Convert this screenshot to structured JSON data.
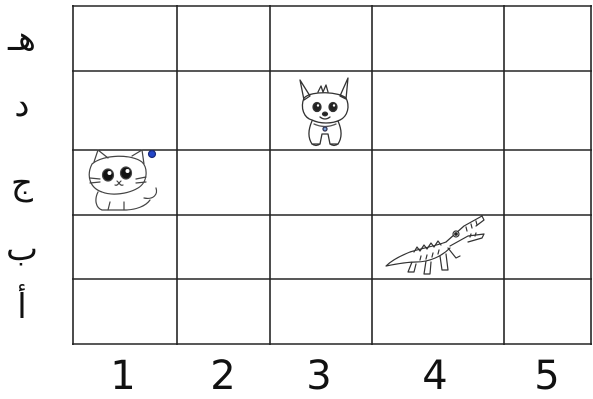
{
  "grid": {
    "rows": 5,
    "cols": 5,
    "row_labels": [
      "هـ",
      "د",
      "ج",
      "ب",
      "أ"
    ],
    "col_labels": [
      "1",
      "2",
      "3",
      "4",
      "5"
    ],
    "line_color": "#222222"
  },
  "animals": [
    {
      "name": "puppy",
      "row_label": "د",
      "col_label": "3",
      "icon": "puppy-drawing"
    },
    {
      "name": "kitten",
      "row_label": "ج",
      "col_label": "1",
      "icon": "kitten-drawing"
    },
    {
      "name": "crocodile",
      "row_label": "ب",
      "col_label": "4",
      "icon": "crocodile-drawing"
    }
  ]
}
